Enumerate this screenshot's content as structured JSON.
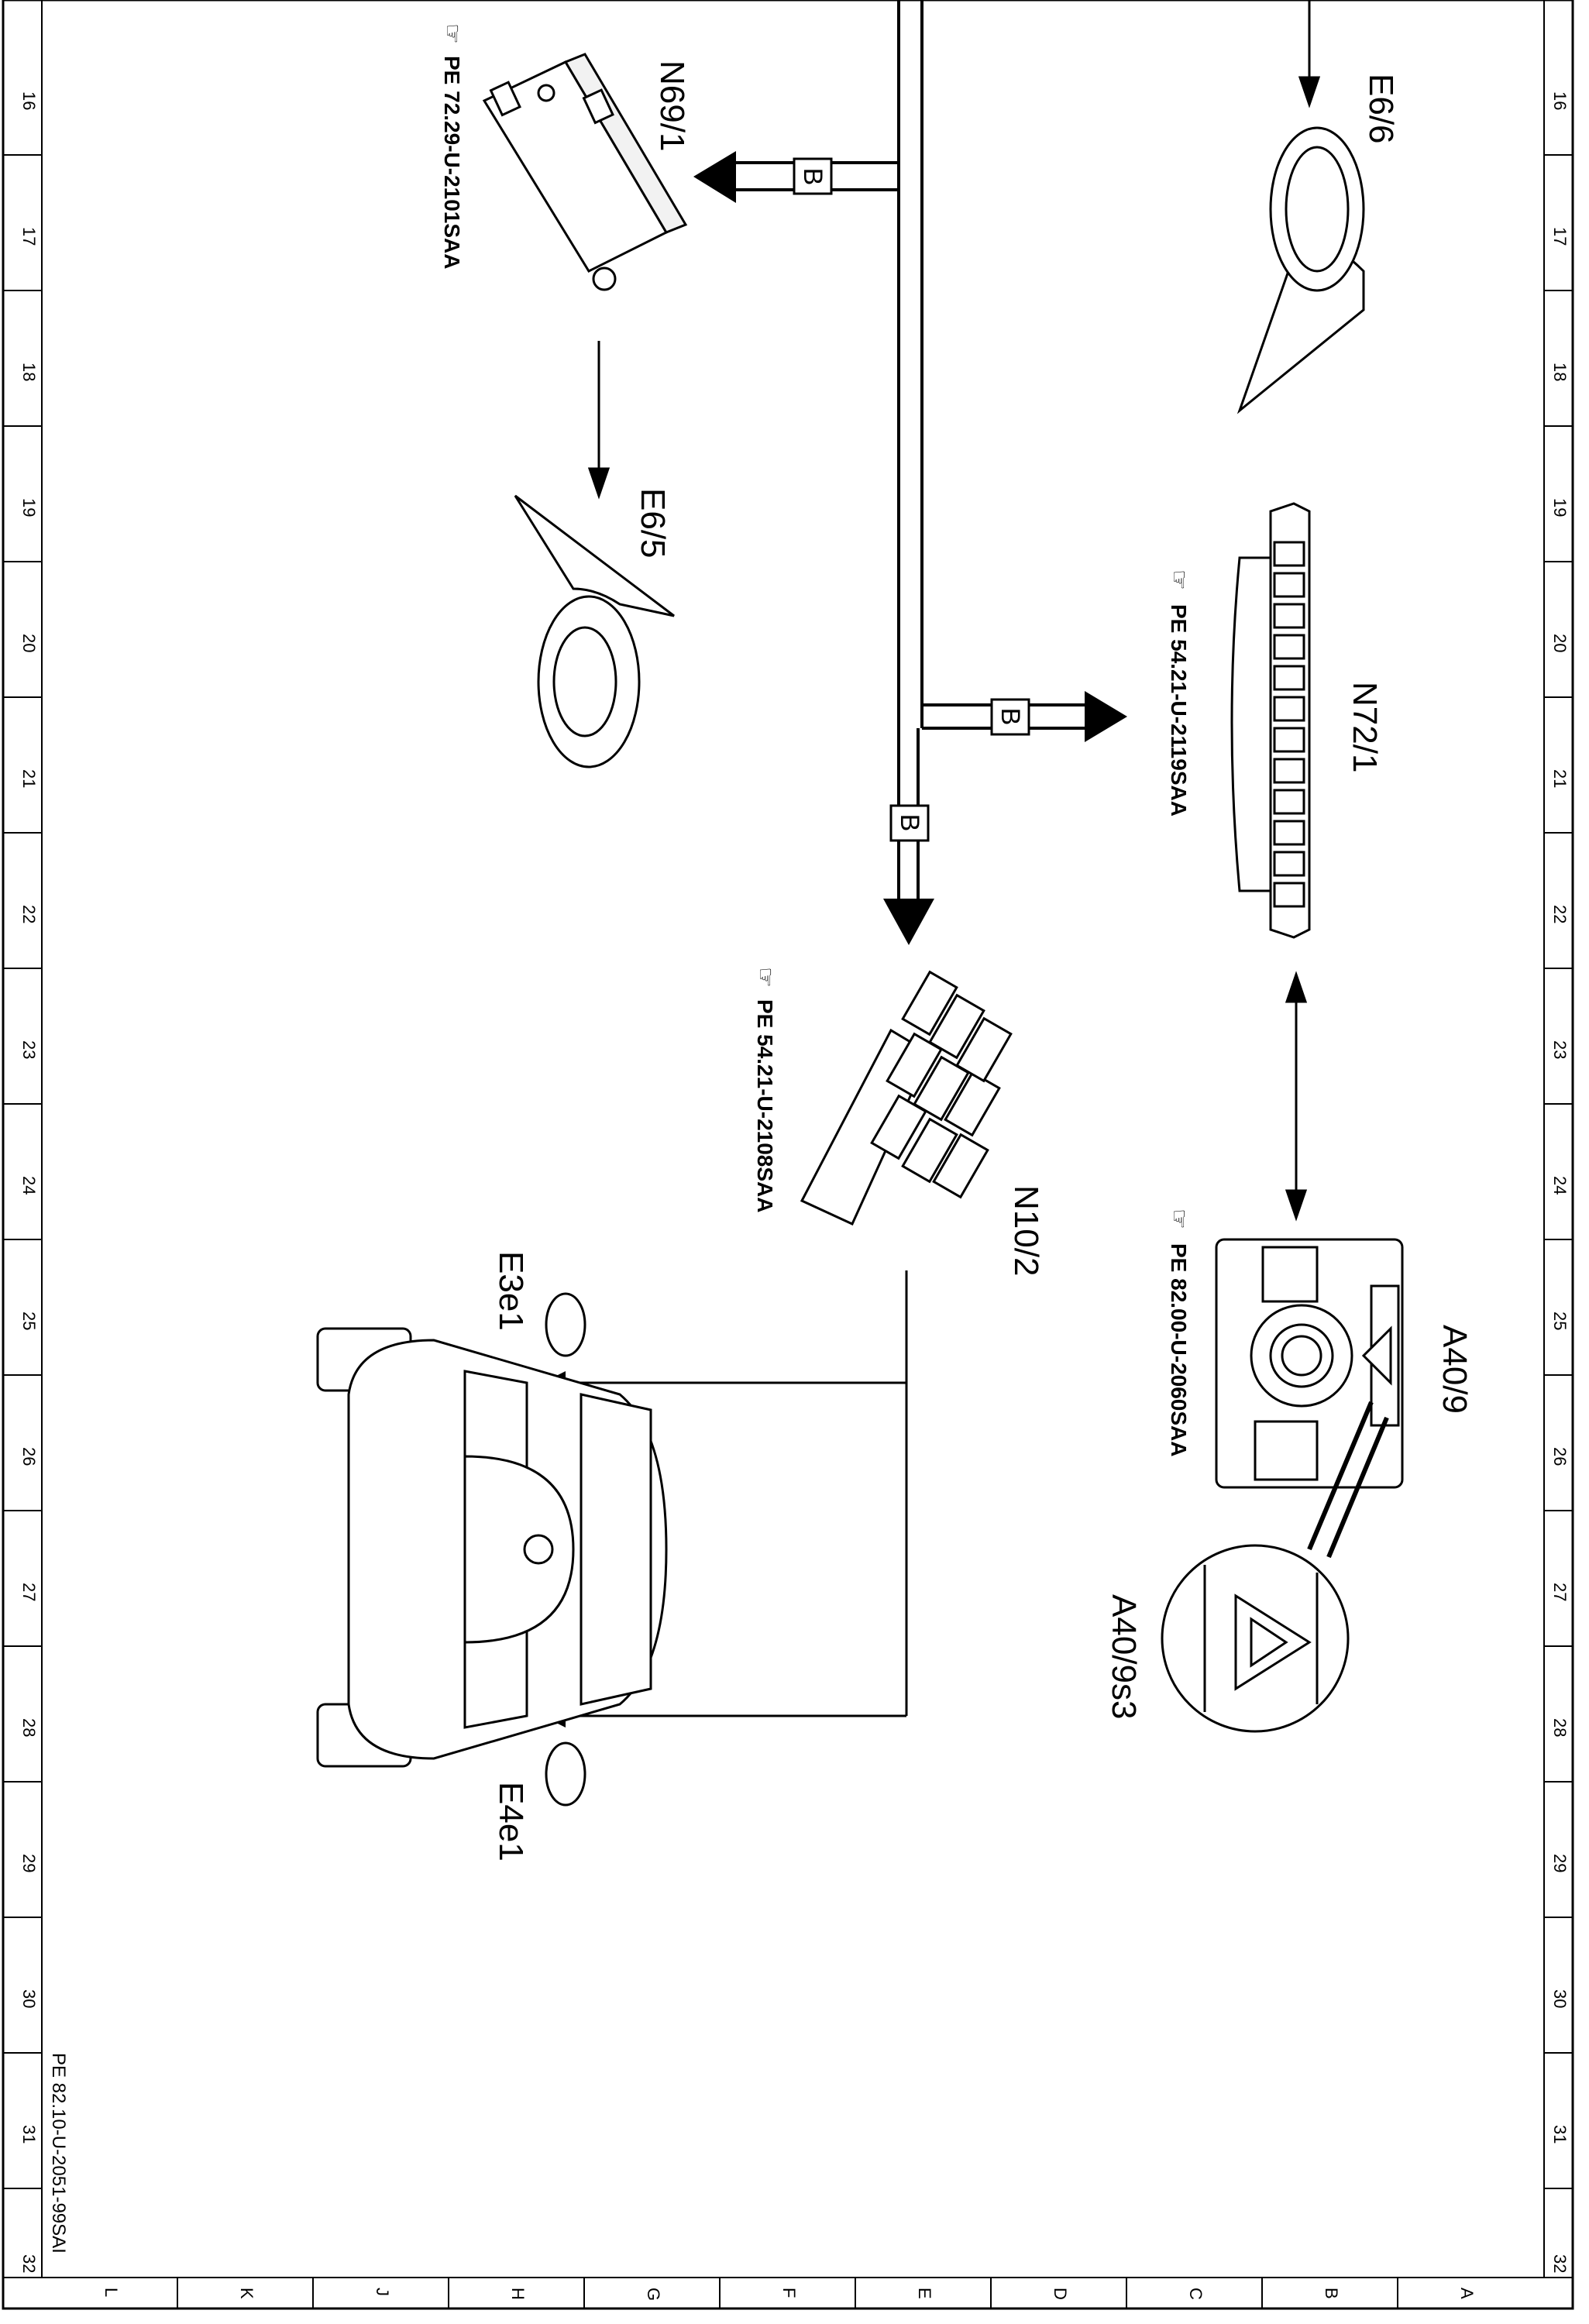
{
  "components": {
    "n69_1": {
      "label": "N69/1",
      "ref": "PE 72.29-U-2101SAA"
    },
    "e6_6": {
      "label": "E6/6"
    },
    "e6_5": {
      "label": "E6/5"
    },
    "n72_1": {
      "label": "N72/1",
      "ref": "PE 54.21-U-2119SAA"
    },
    "n10_2": {
      "label": "N10/2",
      "ref": "PE 54.21-U-2108SAA"
    },
    "a40_9": {
      "label": "A40/9",
      "ref": "PE 82.00-U-2060SAA"
    },
    "a40_9s3": {
      "label": "A40/9s3"
    },
    "e3e1": {
      "label": "E3e1"
    },
    "e4e1": {
      "label": "E4e1"
    }
  },
  "bus_label": "B",
  "doc_id": "PE 82.10-U-2051-99SAI",
  "grid": {
    "rows": [
      "16",
      "17",
      "18",
      "19",
      "20",
      "21",
      "22",
      "23",
      "24",
      "25",
      "26",
      "27",
      "28",
      "29",
      "30",
      "31",
      "32"
    ],
    "columns": [
      "L",
      "K",
      "J",
      "H",
      "G",
      "F",
      "E",
      "D",
      "C",
      "B",
      "A"
    ]
  },
  "icons": [
    "hand-pointer-icon",
    "hazard-triangle-icon",
    "mercedes-star-icon"
  ]
}
